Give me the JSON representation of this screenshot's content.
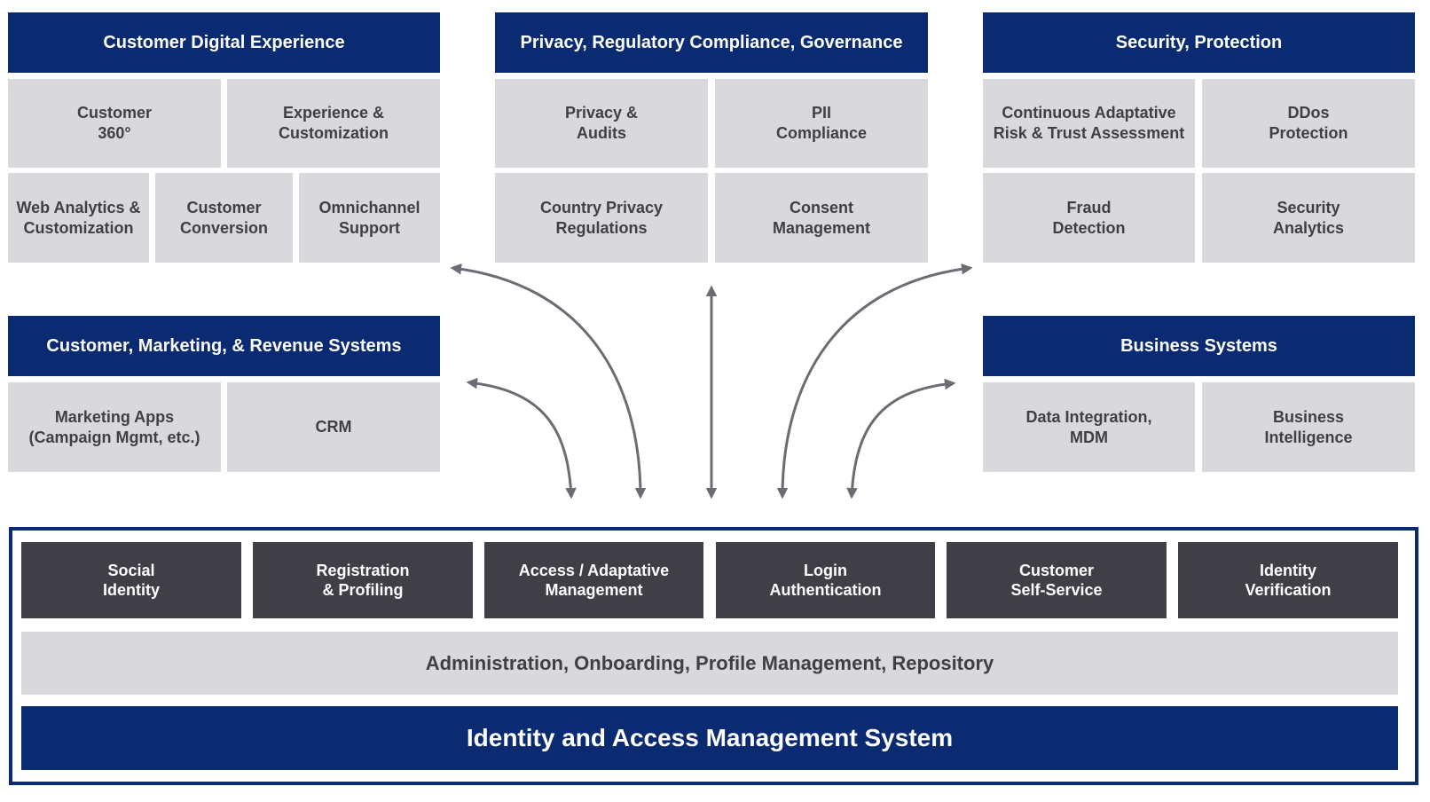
{
  "groups": {
    "customer_digital_experience": {
      "title": "Customer Digital Experience",
      "items": [
        "Customer\n360°",
        "Experience &\nCustomization",
        "Web Analytics &\nCustomization",
        "Customer\nConversion",
        "Omnichannel\nSupport"
      ]
    },
    "privacy": {
      "title": "Privacy, Regulatory Compliance, Governance",
      "items": [
        "Privacy &\nAudits",
        "PII\nCompliance",
        "Country Privacy\nRegulations",
        "Consent\nManagement"
      ]
    },
    "security": {
      "title": "Security, Protection",
      "items": [
        "Continuous Adaptative\nRisk & Trust Assessment",
        "DDos\nProtection",
        "Fraud\nDetection",
        "Security\nAnalytics"
      ]
    },
    "customer_marketing": {
      "title": "Customer, Marketing, & Revenue Systems",
      "items": [
        "Marketing Apps\n(Campaign Mgmt, etc.)",
        "CRM"
      ]
    },
    "business_systems": {
      "title": "Business Systems",
      "items": [
        "Data Integration,\nMDM",
        "Business\nIntelligence"
      ]
    }
  },
  "iam": {
    "modules": [
      "Social\nIdentity",
      "Registration\n& Profiling",
      "Access / Adaptative\nManagement",
      "Login\nAuthentication",
      "Customer\nSelf-Service",
      "Identity\nVerification"
    ],
    "admin_bar": "Administration, Onboarding, Profile Management, Repository",
    "title": "Identity and Access Management System"
  },
  "colors": {
    "navy": "#0a2a72",
    "light_gray": "#d9d8dd",
    "dark_gray": "#403f48",
    "arrow": "#6c6c74"
  }
}
